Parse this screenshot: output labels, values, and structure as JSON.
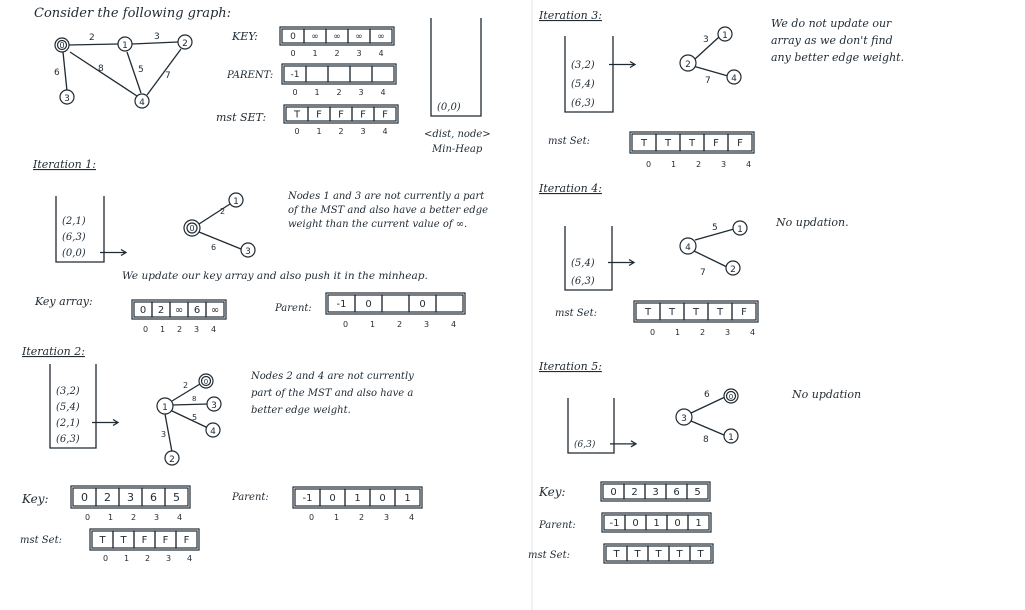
{
  "intro": {
    "title": "Consider the following graph:"
  },
  "graph": {
    "nodes": [
      "0",
      "1",
      "2",
      "3",
      "4"
    ],
    "edges": [
      {
        "a": "0",
        "b": "1",
        "w": "2"
      },
      {
        "a": "1",
        "b": "2",
        "w": "3"
      },
      {
        "a": "0",
        "b": "3",
        "w": "6"
      },
      {
        "a": "0",
        "b": "4",
        "w": "8"
      },
      {
        "a": "1",
        "b": "4",
        "w": "5"
      },
      {
        "a": "2",
        "b": "4",
        "w": "7"
      }
    ]
  },
  "init": {
    "key_label": "KEY:",
    "key": [
      "0",
      "∞",
      "∞",
      "∞",
      "∞"
    ],
    "parent_label": "PARENT:",
    "parent": [
      "-1",
      "",
      "",
      "",
      ""
    ],
    "mst_label": "mst SET:",
    "mst": [
      "T",
      "F",
      "F",
      "F",
      "F"
    ],
    "idx": [
      "0",
      "1",
      "2",
      "3",
      "4"
    ],
    "heap": [
      "(0,0)"
    ],
    "heap_note1": "<dist, node>",
    "heap_note2": "Min-Heap"
  },
  "it1": {
    "title": "Iteration 1:",
    "heap": [
      "(2,1)",
      "(6,3)",
      "(0,0)"
    ],
    "note": "Nodes 1 and 3 are not currently a part of the MST and also have a better edge weight than the current value of ∞.",
    "update": "We update our key array and also push it in the minheap.",
    "key_label": "Key array:",
    "key": [
      "0",
      "2",
      "∞",
      "6",
      "∞"
    ],
    "parent_label": "Parent:",
    "parent": [
      "-1",
      "0",
      "",
      "0",
      ""
    ],
    "idx": [
      "0",
      "1",
      "2",
      "3",
      "4"
    ],
    "tree": {
      "center": "0",
      "e1": {
        "n": "1",
        "w": "2"
      },
      "e2": {
        "n": "3",
        "w": "6"
      }
    }
  },
  "it2": {
    "title": "Iteration 2:",
    "heap": [
      "(3,2)",
      "(5,4)",
      "(2,1)",
      "(6,3)"
    ],
    "note": "Nodes 2 and 4 are not currently part of the MST and also have a better edge weight.",
    "key_label": "Key:",
    "key": [
      "0",
      "2",
      "3",
      "6",
      "5"
    ],
    "parent_label": "Parent:",
    "parent": [
      "-1",
      "0",
      "1",
      "0",
      "1"
    ],
    "mst_label": "mst Set:",
    "mst": [
      "T",
      "T",
      "F",
      "F",
      "F"
    ],
    "idx": [
      "0",
      "1",
      "2",
      "3",
      "4"
    ],
    "tree": {
      "center": "1",
      "e0": {
        "n": "0",
        "w": "2"
      },
      "e3": {
        "n": "3",
        "w": "8"
      },
      "e4": {
        "n": "4",
        "w": "5"
      },
      "e2": {
        "n": "2",
        "w": "3"
      }
    }
  },
  "it3": {
    "title": "Iteration 3:",
    "heap": [
      "(3,2)",
      "(5,4)",
      "(6,3)"
    ],
    "note": "We do not update our array as we don't find any better edge weight.",
    "mst_label": "mst Set:",
    "mst": [
      "T",
      "T",
      "T",
      "F",
      "F"
    ],
    "idx": [
      "0",
      "1",
      "2",
      "3",
      "4"
    ],
    "tree": {
      "center": "2",
      "e1": {
        "n": "1",
        "w": "3"
      },
      "e2": {
        "n": "4",
        "w": "7"
      }
    }
  },
  "it4": {
    "title": "Iteration 4:",
    "heap": [
      "(5,4)",
      "(6,3)"
    ],
    "note": "No updation.",
    "mst_label": "mst Set:",
    "mst": [
      "T",
      "T",
      "T",
      "T",
      "F"
    ],
    "idx": [
      "0",
      "1",
      "2",
      "3",
      "4"
    ],
    "tree": {
      "center": "4",
      "e1": {
        "n": "1",
        "w": "5"
      },
      "e2": {
        "n": "2",
        "w": "7"
      }
    }
  },
  "it5": {
    "title": "Iteration 5:",
    "heap": [
      "(6,3)"
    ],
    "note": "No updation",
    "tree": {
      "center": "3",
      "e1": {
        "n": "0",
        "w": "6"
      },
      "e2": {
        "n": "1",
        "w": "8"
      }
    },
    "key_label": "Key:",
    "key": [
      "0",
      "2",
      "3",
      "6",
      "5"
    ],
    "parent_label": "Parent:",
    "parent": [
      "-1",
      "0",
      "1",
      "0",
      "1"
    ],
    "mst_label": "mst Set:",
    "mst": [
      "T",
      "T",
      "T",
      "T",
      "T"
    ]
  }
}
